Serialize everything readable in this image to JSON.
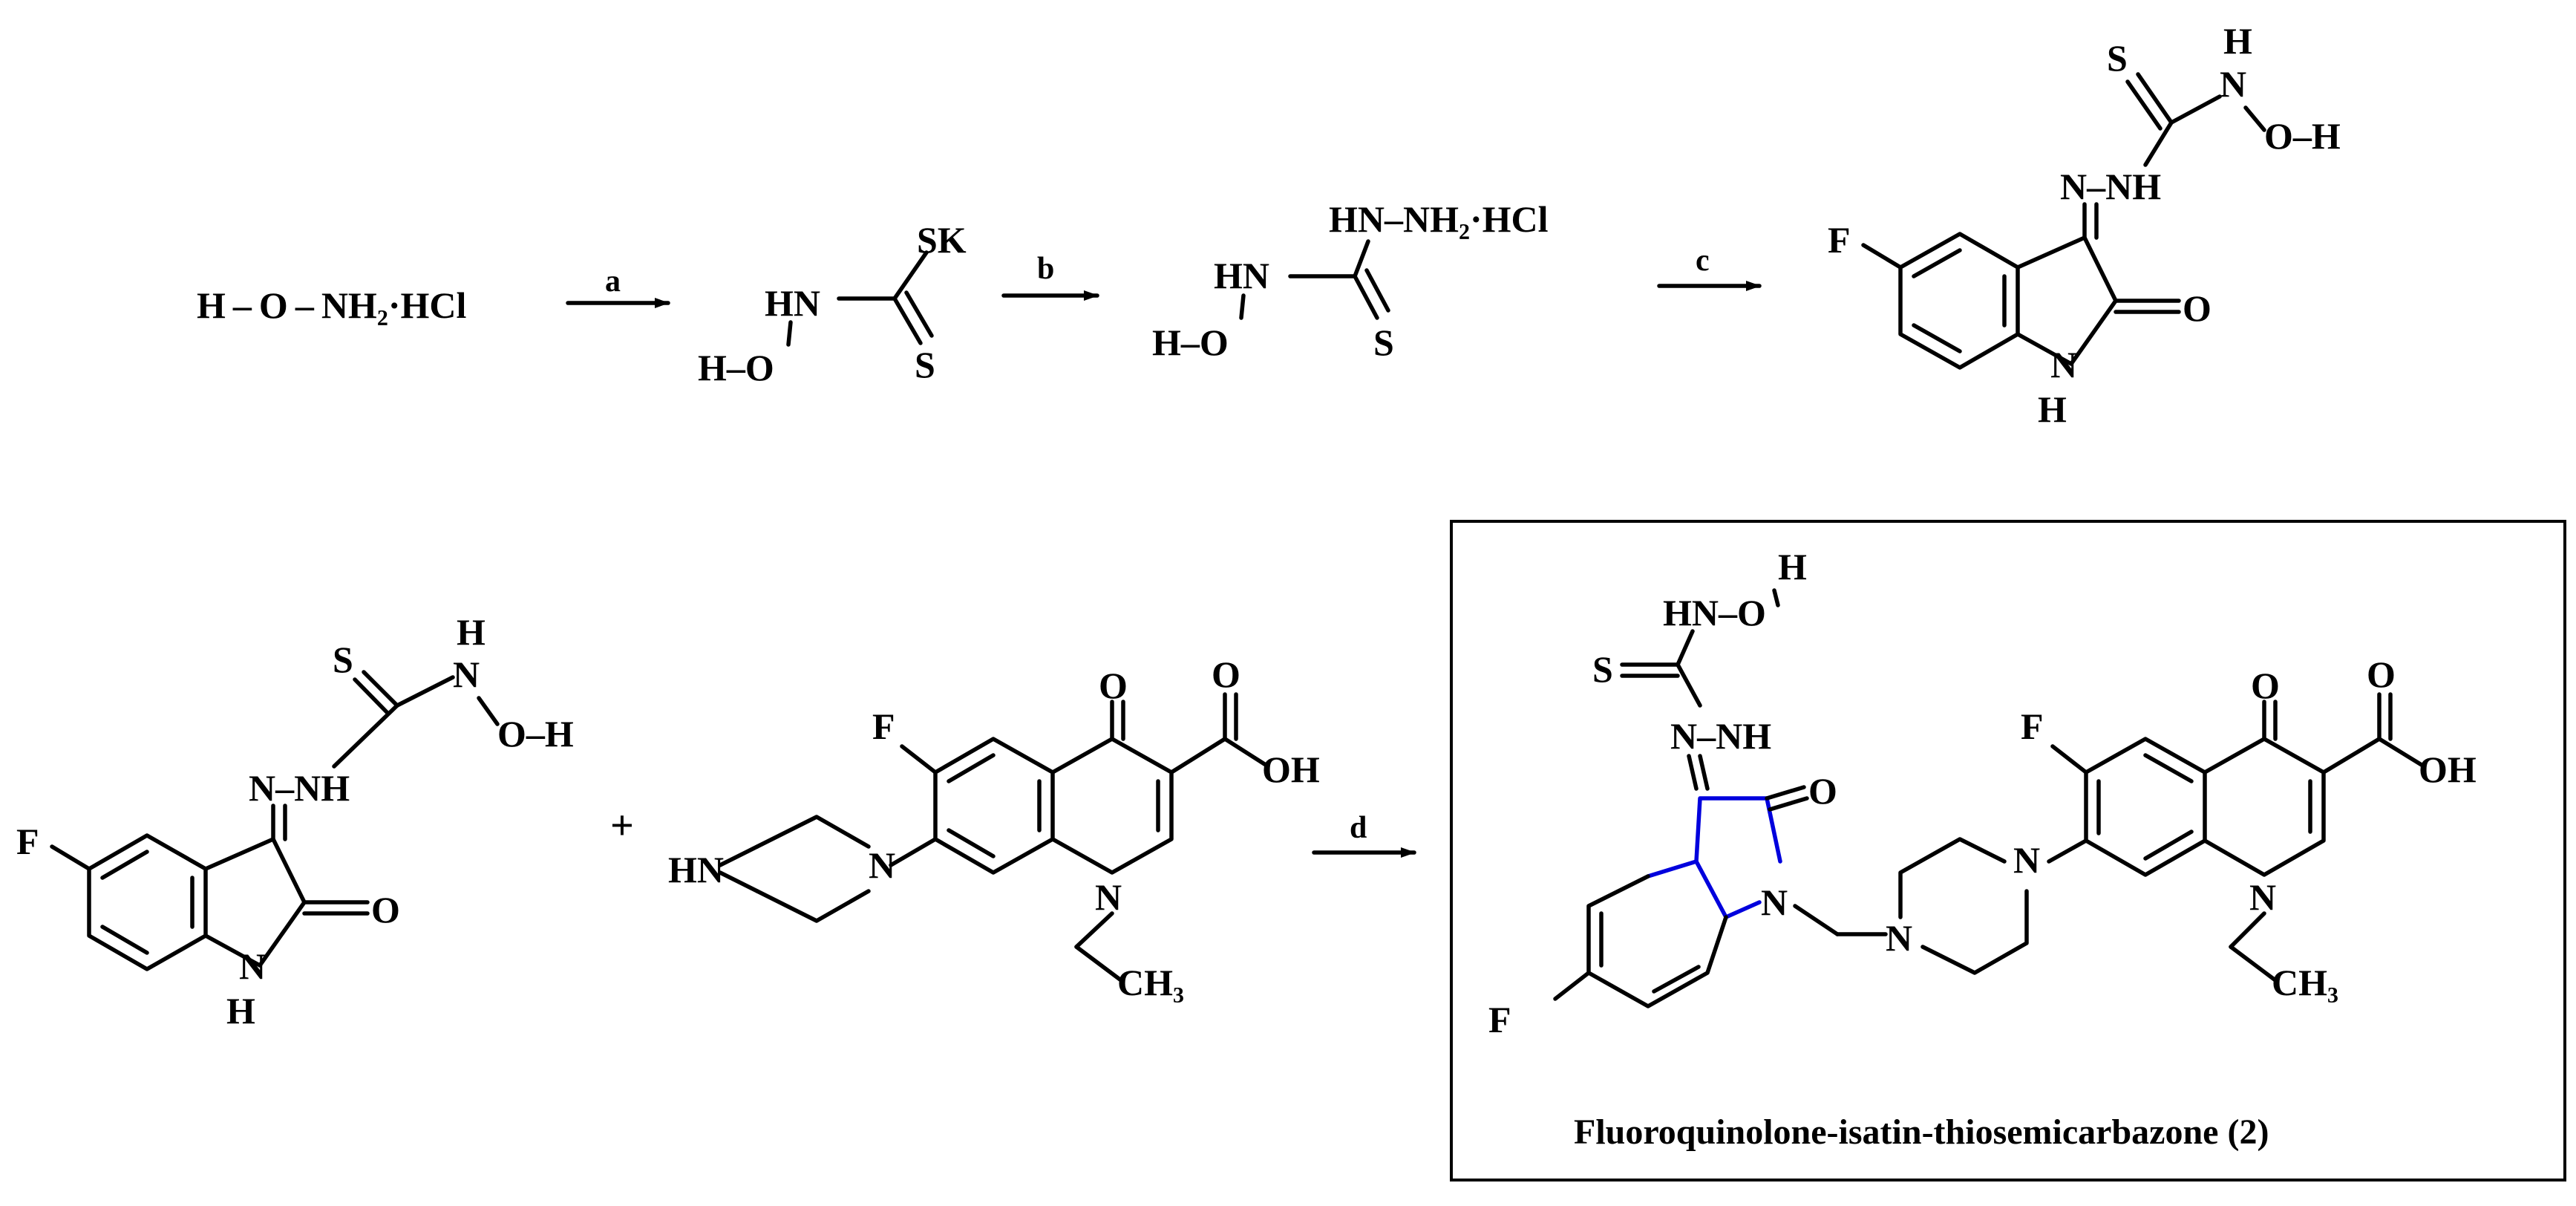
{
  "labels": {
    "hydroxylamine_hcl": "H – O – NH₂·HCl",
    "HN": "HN",
    "NH": "NH",
    "H": "H",
    "O": "O",
    "S": "S",
    "SK": "SK",
    "F": "F",
    "N": "N",
    "OH": "OH",
    "H_O": "H–O",
    "O_H": "O–H",
    "HN_O": "HN–O",
    "HN_NH2_HCl": "HN–NH₂·HCl",
    "N_NH": "N–NH",
    "CH3": "CH₃"
  },
  "steps": {
    "a": "a",
    "b": "b",
    "c": "c",
    "d": "d"
  },
  "plus": "+",
  "product_caption": "Fluoroquinolone-isatin-thiosemicarbazone (2)",
  "colors": {
    "bond": "#000000",
    "highlight_bond": "#0000dd",
    "box_border": "#000000"
  }
}
